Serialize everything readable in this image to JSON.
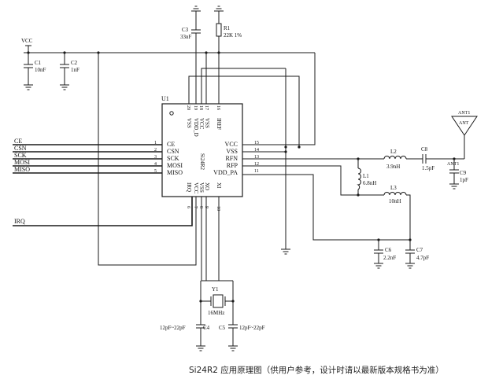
{
  "caption": "Si24R2 应用原理图（供用户参考，设计时请以最新版本规格书为准）",
  "chip": {
    "ref": "U1",
    "part": "Si24R2",
    "left_pins": [
      {
        "num": "1",
        "name": "CE"
      },
      {
        "num": "2",
        "name": "CSN"
      },
      {
        "num": "3",
        "name": "SCK"
      },
      {
        "num": "4",
        "name": "MOSI"
      },
      {
        "num": "5",
        "name": "MISO"
      }
    ],
    "right_pins": [
      {
        "num": "15",
        "name": "VCC"
      },
      {
        "num": "14",
        "name": "VSS"
      },
      {
        "num": "13",
        "name": "RFN"
      },
      {
        "num": "12",
        "name": "RFP"
      },
      {
        "num": "11",
        "name": "VDD_PA"
      }
    ],
    "top_pins": [
      {
        "num": "20",
        "name": "VSS"
      },
      {
        "num": "19",
        "name": "VDD_D"
      },
      {
        "num": "18",
        "name": "VCC"
      },
      {
        "num": "17",
        "name": "VSS"
      },
      {
        "num": "16",
        "name": "IREF"
      }
    ],
    "bottom_pins": [
      {
        "num": "6",
        "name": "IRQ"
      },
      {
        "num": "7",
        "name": "VCC"
      },
      {
        "num": "8",
        "name": "VSS"
      },
      {
        "num": "9",
        "name": "XO"
      },
      {
        "num": "10",
        "name": "XI"
      }
    ]
  },
  "signals": [
    "CE",
    "CSN",
    "SCK",
    "MOSI",
    "MISO",
    "IRQ"
  ],
  "power_label": "VCC",
  "components": {
    "c1": {
      "ref": "C1",
      "value": "10nF"
    },
    "c2": {
      "ref": "C2",
      "value": "1nF"
    },
    "c3": {
      "ref": "C3",
      "value": "33nF"
    },
    "r1": {
      "ref": "R1",
      "value": "22K 1%"
    },
    "l1": {
      "ref": "L1",
      "value": "6.8nH"
    },
    "l2": {
      "ref": "L2",
      "value": "3.9nH"
    },
    "l3": {
      "ref": "L3",
      "value": "10nH"
    },
    "c6": {
      "ref": "C6",
      "value": "2.2nF"
    },
    "c7": {
      "ref": "C7",
      "value": "4.7pF"
    },
    "c8": {
      "ref": "C8",
      "value": "1.5pF"
    },
    "c9": {
      "ref": "C9",
      "value": "1pF"
    },
    "y1": {
      "ref": "Y1",
      "value": "16MHz"
    },
    "c4": {
      "ref": "C4",
      "value": "12pF~22pF"
    },
    "c5": {
      "ref": "C5",
      "value": "12pF~22pF"
    }
  },
  "antenna": {
    "ref": "ANT1",
    "label": "ANT",
    "net": "ANT1"
  }
}
